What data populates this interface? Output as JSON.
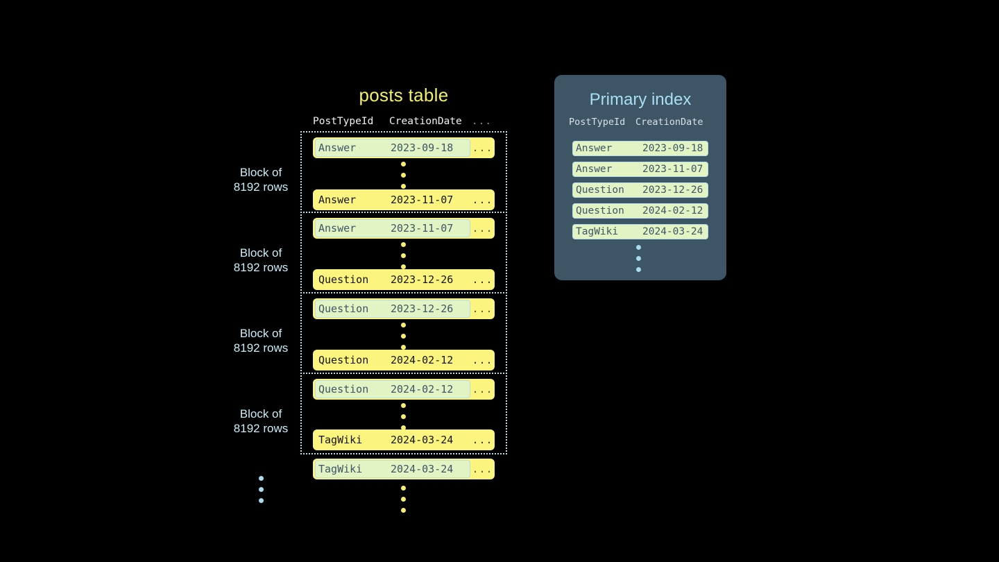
{
  "posts_table": {
    "title": "posts table",
    "columns": [
      "PostTypeId",
      "CreationDate",
      "..."
    ],
    "ellipsis": "...",
    "block_label": "Block of\n8192 rows",
    "block_label_line1": "Block of",
    "block_label_line2": "8192 rows",
    "blocks": [
      {
        "label_line1": "Block of",
        "label_line2": "8192 rows",
        "first_row": {
          "post_type_id": "Answer",
          "creation_date": "2023-09-18",
          "more": "...",
          "highlighted": true
        },
        "last_row": {
          "post_type_id": "Answer",
          "creation_date": "2023-11-07",
          "more": "...",
          "highlighted": false
        }
      },
      {
        "label_line1": "Block of",
        "label_line2": "8192 rows",
        "first_row": {
          "post_type_id": "Answer",
          "creation_date": "2023-11-07",
          "more": "...",
          "highlighted": true
        },
        "last_row": {
          "post_type_id": "Question",
          "creation_date": "2023-12-26",
          "more": "...",
          "highlighted": false
        }
      },
      {
        "label_line1": "Block of",
        "label_line2": "8192 rows",
        "first_row": {
          "post_type_id": "Question",
          "creation_date": "2023-12-26",
          "more": "...",
          "highlighted": true
        },
        "last_row": {
          "post_type_id": "Question",
          "creation_date": "2024-02-12",
          "more": "...",
          "highlighted": false
        }
      },
      {
        "label_line1": "Block of",
        "label_line2": "8192 rows",
        "first_row": {
          "post_type_id": "Question",
          "creation_date": "2024-02-12",
          "more": "...",
          "highlighted": true
        },
        "last_row": {
          "post_type_id": "TagWiki",
          "creation_date": "2024-03-24",
          "more": "...",
          "highlighted": false
        }
      }
    ],
    "trailing_row": {
      "post_type_id": "TagWiki",
      "creation_date": "2024-03-24",
      "more": "...",
      "highlighted": true
    }
  },
  "primary_index": {
    "title": "Primary index",
    "columns": [
      "PostTypeId",
      "CreationDate"
    ],
    "rows": [
      {
        "post_type_id": "Answer",
        "creation_date": "2023-09-18"
      },
      {
        "post_type_id": "Answer",
        "creation_date": "2023-11-07"
      },
      {
        "post_type_id": "Question",
        "creation_date": "2023-12-26"
      },
      {
        "post_type_id": "Question",
        "creation_date": "2024-02-12"
      },
      {
        "post_type_id": "TagWiki",
        "creation_date": "2024-03-24"
      }
    ]
  },
  "colors": {
    "background": "#000000",
    "row_yellow": "#fbf580",
    "highlight_green": "#e2f3c4",
    "highlight_border": "#b7dceb",
    "block_border": "#aee3f0",
    "panel_slate": "#3d5565",
    "title_yellow": "#f2f06a",
    "title_blue": "#a9dff2",
    "label_blue": "#c9eef7",
    "dot_yellow": "#f7ef6f",
    "dot_blue": "#a8dcef"
  }
}
